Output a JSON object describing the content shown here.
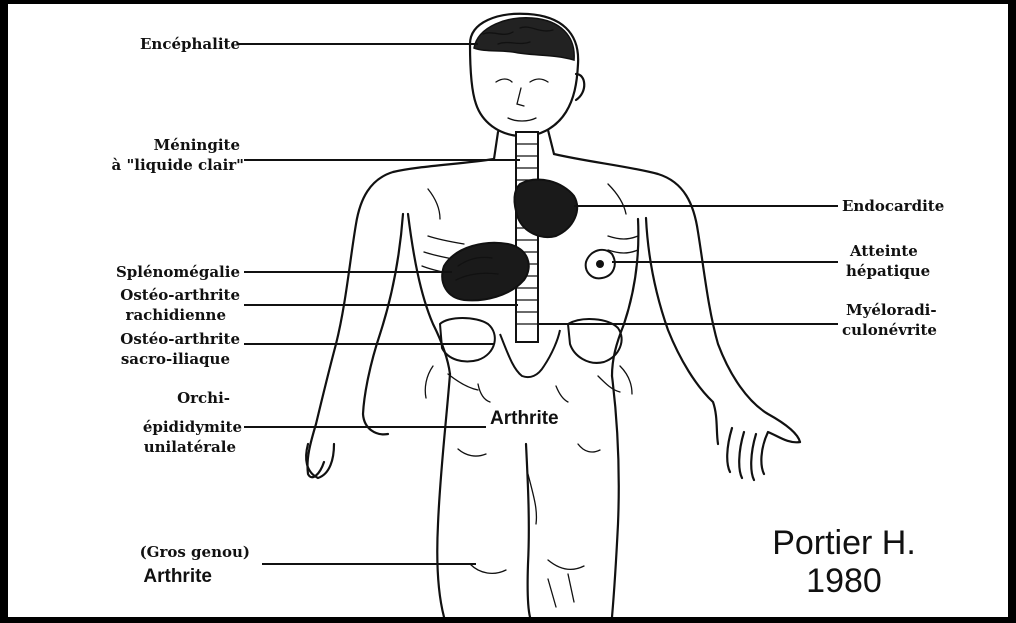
{
  "labels": {
    "encephalite": "Encéphalite",
    "meningite_1": "Méningite",
    "meningite_2": "à \"liquide clair\"",
    "splenomegalie": "Splénomégalie",
    "osteo_rachi_1": "Ostéo-arthrite",
    "osteo_rachi_2": "rachidienne",
    "osteo_sacro_1": "Ostéo-arthrite",
    "osteo_sacro_2": "sacro-iliaque",
    "orchi_1": "Orchi-",
    "orchi_2": "épididymite",
    "orchi_3": "unilatérale",
    "gros_genou": "(Gros genou)",
    "arthrite_genou": "Arthrite",
    "endocardite": "Endocardite",
    "atteinte_1": "Atteinte",
    "atteinte_2": "hépatique",
    "myelo_1": "Myéloradi-",
    "myelo_2": "culonévrite",
    "arthrite_centre": "Arthrite"
  },
  "citation": {
    "author": "Portier H.",
    "year": "1980"
  }
}
